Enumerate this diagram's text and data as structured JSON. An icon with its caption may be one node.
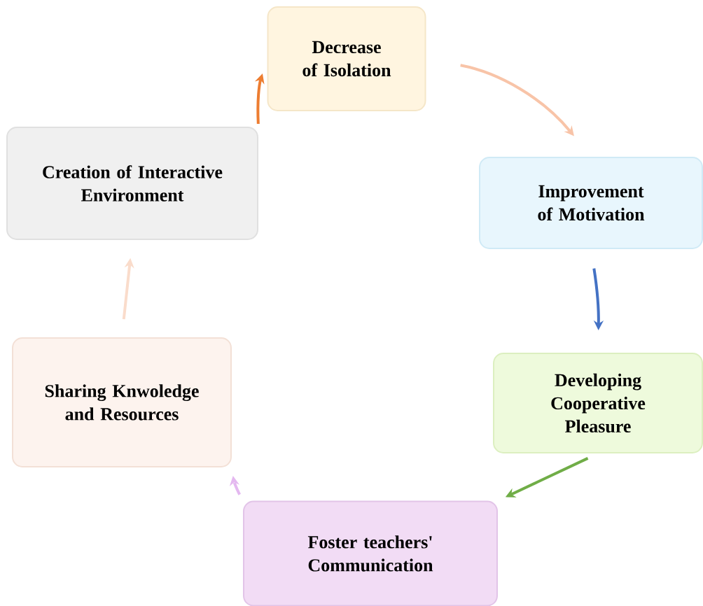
{
  "diagram": {
    "nodes": [
      {
        "text": [
          "Decrease of Isolation"
        ]
      },
      {
        "text": [
          "Improvement of Motivation"
        ]
      },
      {
        "text": [
          "Developing Cooperative Pleasure"
        ]
      },
      {
        "text": [
          "Foster teachers' Communication"
        ]
      },
      {
        "text": [
          "Sharing Knwoledge and Resources"
        ]
      },
      {
        "text": [
          "Creation of Interactive Environment"
        ]
      }
    ],
    "edges": [
      {
        "from": 0,
        "to": 1,
        "arrow": "to",
        "color": "#f8c4a8"
      },
      {
        "from": 1,
        "to": 2,
        "arrow": "to",
        "color": "#4472c4"
      },
      {
        "from": 2,
        "to": 3,
        "arrow": "to",
        "color": "#70ad47"
      },
      {
        "from": 3,
        "to": 4,
        "arrow": "to",
        "color": "#e4b8f0"
      },
      {
        "from": 4,
        "to": 5,
        "arrow": "to",
        "color": "#fadccb"
      },
      {
        "from": 5,
        "to": 0,
        "arrow": "to",
        "color": "#ed7d31"
      }
    ]
  }
}
